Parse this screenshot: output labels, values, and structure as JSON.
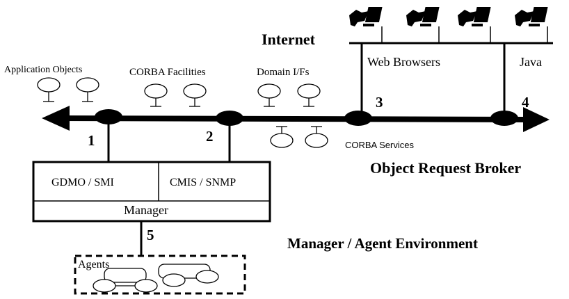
{
  "labels": {
    "internet": "Internet",
    "app_objects": "Application Objects",
    "corba_facilities": "CORBA Facilities",
    "domain_ifs": "Domain I/Fs",
    "web_browsers": "Web Browsers",
    "java": "Java",
    "corba_services": "CORBA Services",
    "orb": "Object Request Broker",
    "gdmo": "GDMO / SMI",
    "cmis": "CMIS / SNMP",
    "manager": "Manager",
    "env": "Manager / Agent Environment",
    "agents": "Agents"
  },
  "connection_points": [
    "1",
    "2",
    "3",
    "4",
    "5"
  ],
  "icons": [
    "computer-workstation-icon"
  ]
}
